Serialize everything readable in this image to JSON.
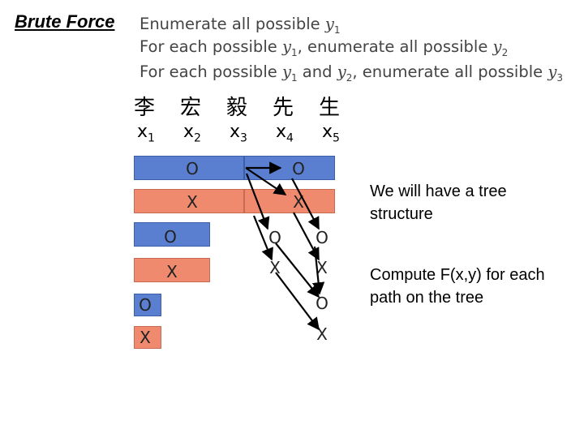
{
  "title": "Brute Force",
  "lines": {
    "line1": {
      "pre": "Enumerate all possible ",
      "v1": "y",
      "s1": "1"
    },
    "line2": {
      "pre": "For each possible ",
      "v1": "y",
      "s1": "1",
      "mid": ", enumerate all possible ",
      "v2": "y",
      "s2": "2"
    },
    "line3": {
      "pre": "For each possible ",
      "v1": "y",
      "s1": "1",
      "mid": " and ",
      "v2": "y",
      "s2": "2",
      "mid2": ", enumerate all possible ",
      "v3": "y",
      "s3": "3"
    }
  },
  "characters": [
    "李",
    "宏",
    "毅",
    "先",
    "生"
  ],
  "xlabels": [
    {
      "base": "x",
      "sub": "1"
    },
    {
      "base": "x",
      "sub": "2"
    },
    {
      "base": "x",
      "sub": "3"
    },
    {
      "base": "x",
      "sub": "4"
    },
    {
      "base": "x",
      "sub": "5"
    }
  ],
  "symbols": {
    "o": "O",
    "x": "X"
  },
  "notes": {
    "tree_line1": "We will have a tree",
    "tree_line2": "structure",
    "compute_line1": "Compute F(x,y) for each",
    "compute_line2": "path on the tree"
  },
  "colors": {
    "blue_bar": "#5a7fd0",
    "red_bar": "#f08a6e"
  }
}
